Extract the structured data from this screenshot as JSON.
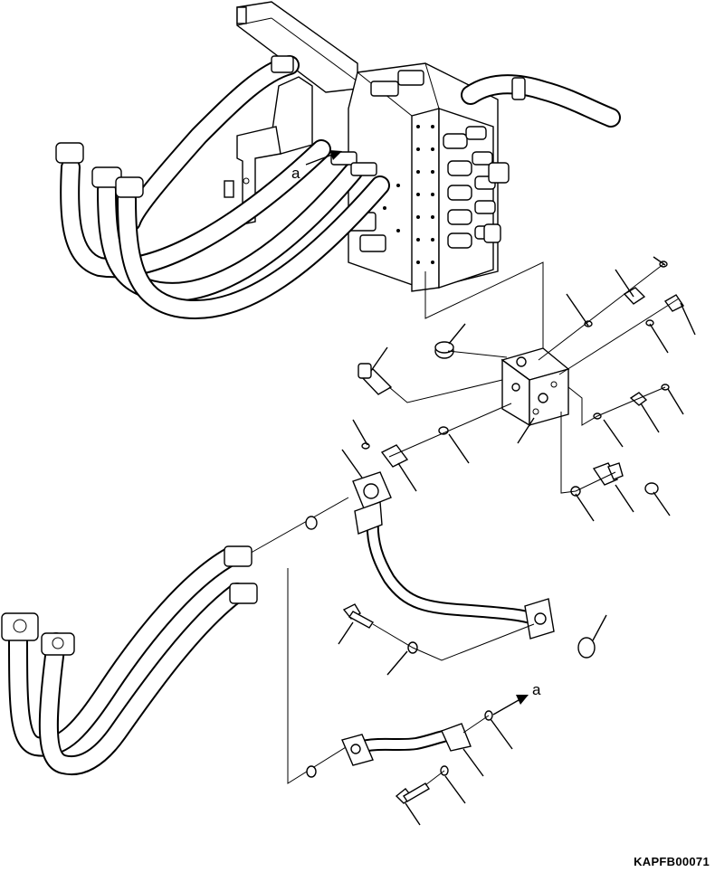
{
  "figure": {
    "code": "KAPFB00071",
    "arrow_labels": [
      "a",
      "a"
    ]
  }
}
